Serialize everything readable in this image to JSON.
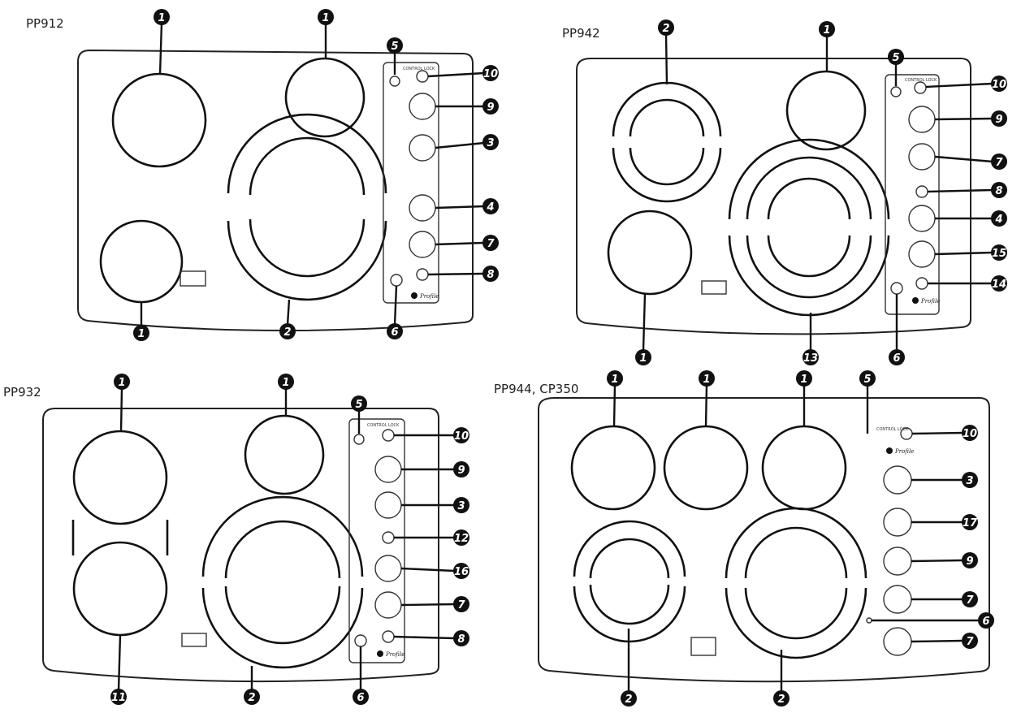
{
  "panels": [
    {
      "model": "PP912",
      "panel_title": "CONTROL LOCK",
      "brand": "Profile",
      "callouts": [
        "1",
        "1",
        "5",
        "10",
        "9",
        "3",
        "4",
        "7",
        "8",
        "1",
        "2",
        "6"
      ]
    },
    {
      "model": "PP942",
      "panel_title": "CONTROL LOCK",
      "brand": "Profile",
      "callouts": [
        "2",
        "1",
        "5",
        "10",
        "9",
        "7",
        "8",
        "4",
        "15",
        "14",
        "1",
        "13",
        "6"
      ]
    },
    {
      "model": "PP932",
      "panel_title": "CONTROL LOCK",
      "brand": "Profile",
      "callouts": [
        "1",
        "1",
        "5",
        "10",
        "9",
        "3",
        "12",
        "16",
        "7",
        "8",
        "11",
        "2",
        "6"
      ]
    },
    {
      "model": "PP944, CP350",
      "panel_title": "CONTROL LOCK",
      "brand": "Profile",
      "callouts": [
        "1",
        "1",
        "1",
        "5",
        "10",
        "3",
        "17",
        "9",
        "7",
        "6",
        "7",
        "2",
        "2"
      ]
    }
  ],
  "colors": {
    "ink": "#111111",
    "background": "#ffffff"
  }
}
